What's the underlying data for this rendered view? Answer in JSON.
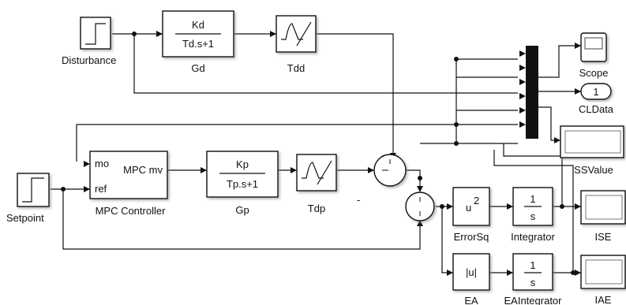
{
  "blocks": {
    "disturbance": "Disturbance",
    "gd_num": "Kd",
    "gd_den": "Td.s+1",
    "gd": "Gd",
    "tdd": "Tdd",
    "scope": "Scope",
    "cldata_port": "1",
    "cldata": "CLData",
    "ssvalue": "SSValue",
    "setpoint": "Setpoint",
    "mpc_mo": "mo",
    "mpc_ref": "ref",
    "mpc_mv": "MPC mv",
    "mpc_controller": "MPC Controller",
    "gp_num": "Kp",
    "gp_den": "Tp.s+1",
    "gp": "Gp",
    "tdp": "Tdp",
    "sum_minus": "-",
    "errorsq_content": "u2",
    "errorsq": "ErrorSq",
    "integrator_num": "1",
    "integrator_den": "s",
    "integrator": "Integrator",
    "ise": "ISE",
    "ea_content": "|u|",
    "ea": "EA",
    "eaintegrator_num": "1",
    "eaintegrator_den": "s",
    "eaintegrator": "EAIntegrator",
    "iae": "IAE"
  }
}
